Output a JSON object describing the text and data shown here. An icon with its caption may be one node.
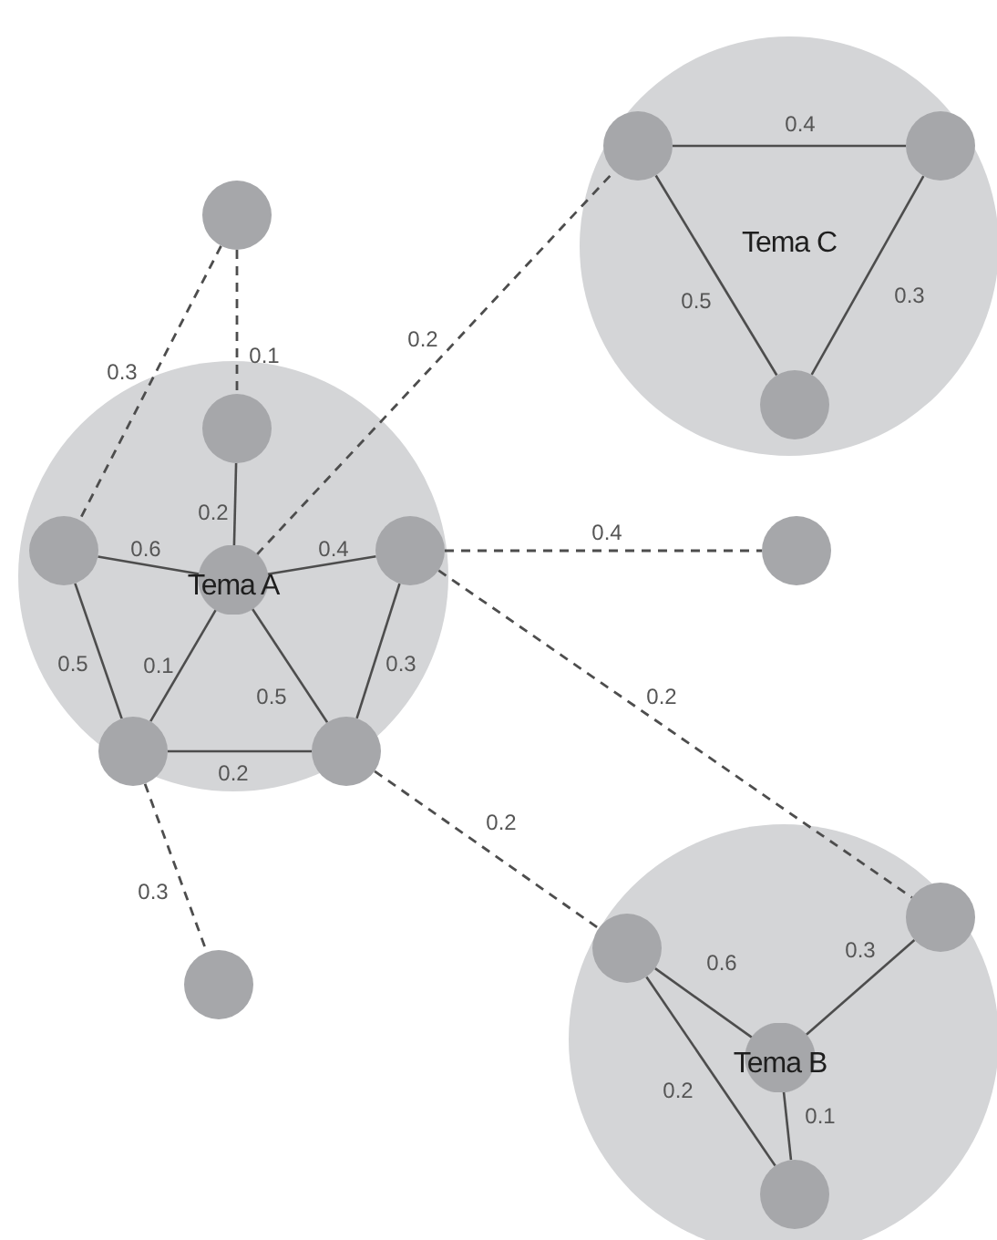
{
  "diagram": {
    "nodes": [
      {
        "text": [],
        "shape": "circle"
      },
      {
        "text": [
          "Tema C"
        ]
      },
      {
        "text": [],
        "shape": "circle",
        "in": 1
      },
      {
        "text": [],
        "shape": "circle",
        "in": 1
      },
      {
        "text": [],
        "shape": "circle",
        "in": 1
      },
      {
        "text": [],
        "shape": "circle"
      },
      {
        "text": [],
        "shape": "circle",
        "in": 5
      },
      {
        "text": [],
        "shape": "circle",
        "in": 5
      },
      {
        "text": [
          "Tema A"
        ],
        "in": 5
      },
      {
        "text": [],
        "shape": "circle",
        "in": 5
      },
      {
        "text": [],
        "shape": "circle"
      },
      {
        "text": [],
        "shape": "circle",
        "in": 5
      },
      {
        "text": [],
        "shape": "circle",
        "in": 5
      },
      {
        "text": [],
        "shape": "circle"
      },
      {
        "text": [],
        "shape": "circle",
        "in": 13
      },
      {
        "text": [],
        "shape": "circle",
        "in": 13
      },
      {
        "text": [
          "Tema B"
        ],
        "in": 13
      },
      {
        "text": [],
        "shape": "circle",
        "in": 13
      },
      {
        "text": [],
        "shape": "circle"
      }
    ],
    "edges": [
      {
        "from": 0,
        "to": 7,
        "arrow": "none",
        "label": "0.3",
        "style": "dashed"
      },
      {
        "from": 0,
        "to": 6,
        "arrow": "none",
        "label": "0.1",
        "style": "dashed"
      },
      {
        "from": 8,
        "to": 2,
        "arrow": "none",
        "label": "0.2",
        "style": "dashed"
      },
      {
        "from": 2,
        "to": 3,
        "arrow": "none",
        "label": "0.4"
      },
      {
        "from": 2,
        "to": 4,
        "arrow": "none",
        "label": "0.5"
      },
      {
        "from": 3,
        "to": 4,
        "arrow": "none",
        "label": "0.3"
      },
      {
        "from": 6,
        "to": 8,
        "arrow": "none",
        "label": "0.2"
      },
      {
        "from": 7,
        "to": 8,
        "arrow": "none",
        "label": "0.6"
      },
      {
        "from": 9,
        "to": 8,
        "arrow": "none",
        "label": "0.4"
      },
      {
        "from": 9,
        "to": 10,
        "arrow": "none",
        "label": "0.4",
        "style": "dashed"
      },
      {
        "from": 7,
        "to": 11,
        "arrow": "none",
        "label": "0.5"
      },
      {
        "from": 11,
        "to": 8,
        "arrow": "none",
        "label": "0.1"
      },
      {
        "from": 8,
        "to": 12,
        "arrow": "none",
        "label": "0.5"
      },
      {
        "from": 9,
        "to": 12,
        "arrow": "none",
        "label": "0.3"
      },
      {
        "from": 11,
        "to": 12,
        "arrow": "none",
        "label": "0.2"
      },
      {
        "from": 9,
        "to": 15,
        "arrow": "none",
        "label": "0.2",
        "style": "dashed"
      },
      {
        "from": 12,
        "to": 14,
        "arrow": "none",
        "label": "0.2",
        "style": "dashed"
      },
      {
        "from": 11,
        "to": 18,
        "arrow": "none",
        "label": "0.3",
        "style": "dashed"
      },
      {
        "from": 14,
        "to": 16,
        "arrow": "none",
        "label": "0.6"
      },
      {
        "from": 15,
        "to": 16,
        "arrow": "none",
        "label": "0.3"
      },
      {
        "from": 14,
        "to": 17,
        "arrow": "none",
        "label": "0.2"
      },
      {
        "from": 16,
        "to": 17,
        "arrow": "none",
        "label": "0.1"
      }
    ]
  }
}
